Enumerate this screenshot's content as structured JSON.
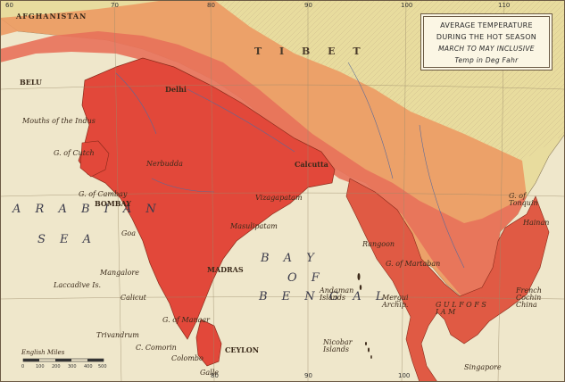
{
  "legend": {
    "title_line1": "AVERAGE TEMPERATURE",
    "title_line2": "DURING THE HOT SEASON",
    "subtitle": "MARCH TO MAY INCLUSIVE",
    "units": "Temp in Deg Fahr"
  },
  "ticks_top": [
    "60",
    "70",
    "80",
    "90",
    "100",
    "110"
  ],
  "ticks_bottom": [
    "80",
    "90",
    "100"
  ],
  "seas": {
    "arabian_1": "A R A B I A N",
    "arabian_2": "S E A",
    "bay_1": "B A Y",
    "bay_2": "O F",
    "bay_3": "B E N G A L"
  },
  "regions": {
    "tibet": "T I B E T",
    "afghanistan": "AFGHANISTAN"
  },
  "places": {
    "beluchistan": "BELU",
    "indus": "Mouths of the Indus",
    "cutch": "G. of Cutch",
    "cambay": "G. of Cambay",
    "bombay": "BOMBAY",
    "laccadive": "Laccadive Is.",
    "goa": "Goa",
    "mangalore": "Mangalore",
    "calicut": "Calicut",
    "trivandrum": "Trivandrum",
    "comorin": "C. Comorin",
    "colombo": "Colombo",
    "ceylon": "CEYLON",
    "galle": "Galle",
    "manaar": "G. of Manaar",
    "madras": "MADRAS",
    "masulipatam": "Masulipatam",
    "vizagapatam": "Vizagapatam",
    "delhi": "Delhi",
    "calcutta": "Calcutta",
    "andaman": "Andaman Islands",
    "nicobar": "Nicobar Islands",
    "martaban": "G. of Martaban",
    "mergui": "Mergui Archip.",
    "siam": "G U L F  O F  S I A M",
    "cochin": "French Cochin China",
    "tonquin": "G. of Tonquin",
    "hainan": "Hainan",
    "bassein": "Rangoon",
    "nerbudda": "Nerbudda",
    "singapore": "Singapore"
  },
  "scale": {
    "caption": "English Miles",
    "labels": [
      "0",
      "100",
      "200",
      "300",
      "400",
      "500"
    ]
  }
}
